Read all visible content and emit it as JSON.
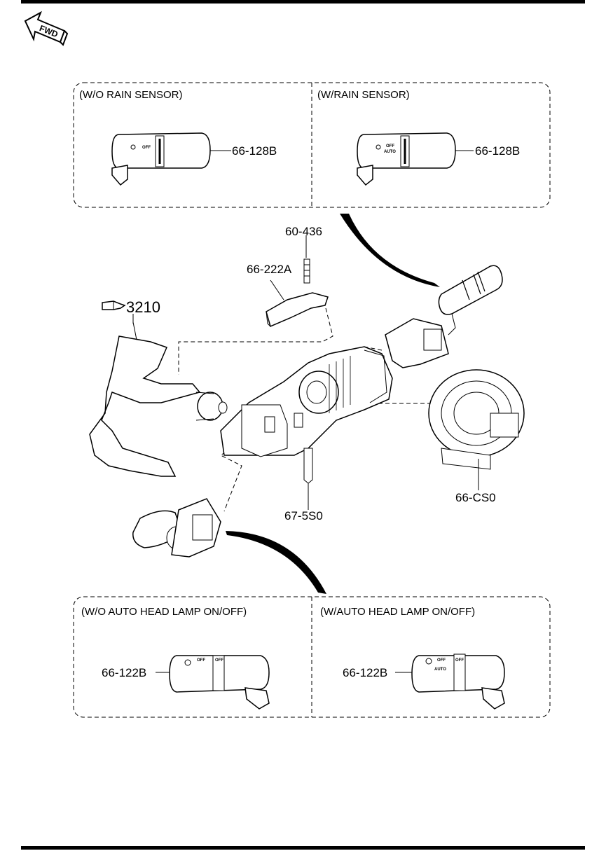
{
  "direction_badge": {
    "text": "FWD",
    "icon": "fwd-arrow-icon"
  },
  "reference_callout": {
    "icon": "pointing-hand-icon",
    "text": "3210"
  },
  "panels": {
    "wiper_without_rain": {
      "title": "(W/O RAIN SENSOR)",
      "part": "66-128B"
    },
    "wiper_with_rain": {
      "title": "(W/RAIN SENSOR)",
      "part": "66-128B"
    },
    "lamp_without_auto": {
      "title": "(W/O AUTO HEAD LAMP ON/OFF)",
      "part": "66-122B"
    },
    "lamp_with_auto": {
      "title": "(W/AUTO HEAD LAMP ON/OFF)",
      "part": "66-122B"
    }
  },
  "switch_markings": {
    "off": "OFF",
    "auto": "AUTO",
    "auto_small": "AUTO"
  },
  "main_parts": {
    "screw": "60-436",
    "bracket": "66-222A",
    "combination_switch": "67-5S0",
    "clock_spring": "66-CS0"
  }
}
